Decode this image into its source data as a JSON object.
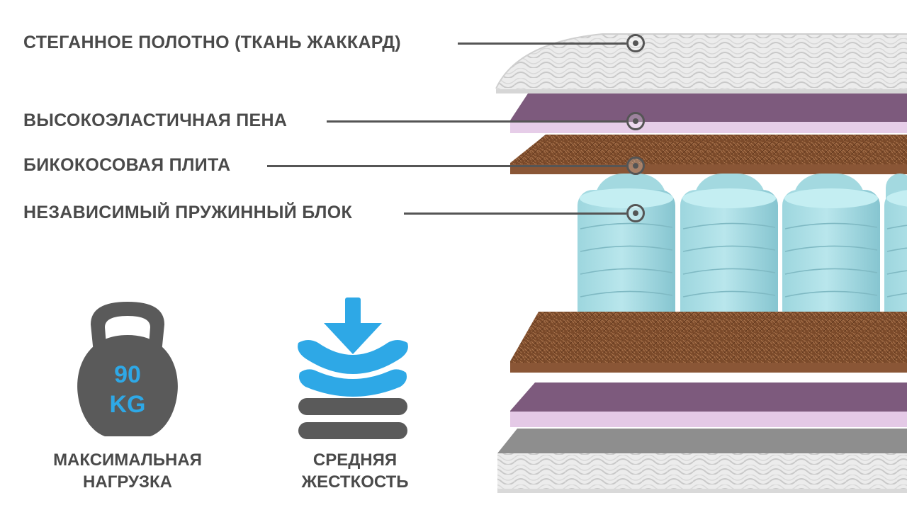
{
  "layers": [
    {
      "id": "quilted",
      "label": "СТЕГАННОЕ ПОЛОТНО (ТКАНЬ ЖАККАРД)"
    },
    {
      "id": "foam",
      "label": "ВЫСОКОЭЛАСТИЧНАЯ ПЕНА"
    },
    {
      "id": "coconut",
      "label": "БИКОКОСОВАЯ ПЛИТА"
    },
    {
      "id": "springs",
      "label": "НЕЗАВИСИМЫЙ ПРУЖИННЫЙ БЛОК"
    }
  ],
  "features": {
    "load": {
      "value": "90",
      "unit": "KG",
      "caption_line1": "МАКСИМАЛЬНАЯ",
      "caption_line2": "НАГРУЗКА",
      "icon": "kettlebell-icon"
    },
    "firmness": {
      "caption_line1": "СРЕДНЯЯ",
      "caption_line2": "ЖЕСТКОСТЬ",
      "icon": "firmness-layers-icon"
    }
  },
  "colors": {
    "text": "#4a4a4a",
    "leader": "#555555",
    "accent_blue": "#2ea8e6",
    "icon_gray": "#5a5a5a",
    "foam": "#7d5a7d",
    "coconut": "#7a4a2a",
    "spring": "#a8dde3"
  }
}
